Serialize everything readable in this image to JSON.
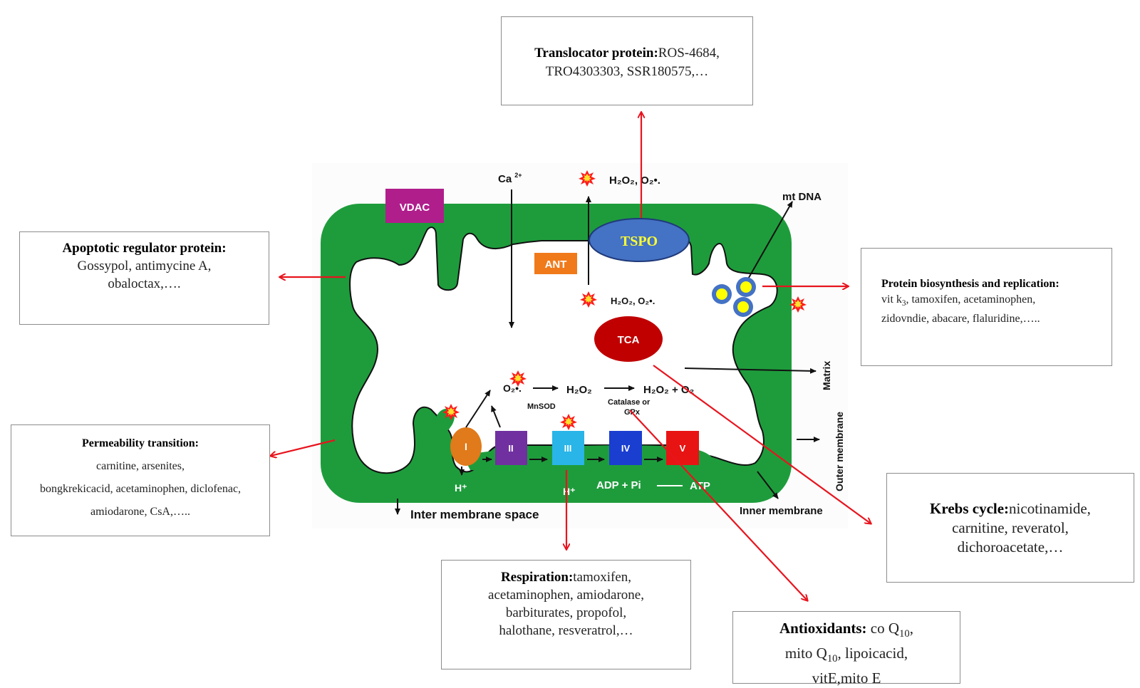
{
  "boxes": {
    "translocator": {
      "title": "Translocator protein:",
      "line1": "ROS-4684,",
      "line2": "TRO4303303, SSR180575,…"
    },
    "apoptotic": {
      "title": "Apoptotic regulator protein:",
      "line1": "Gossypol, antimycine A,",
      "line2": "obaloctax,…."
    },
    "permeability": {
      "title": "Permeability transition:",
      "line1": "carnitine, arsenites,",
      "line2": "bongkrekicacid, acetaminophen, diclofenac,",
      "line3": "amiodarone, CsA,….."
    },
    "protein": {
      "title": "Protein biosynthesis and replication:",
      "line1_a": "vit k",
      "line1_sub": "3",
      "line1_b": ",  tamoxifen, acetaminophen,",
      "line2": "zidovndie, abacare, flaluridine,….."
    },
    "krebs": {
      "title": "Krebs cycle:",
      "line1": "nicotinamide,",
      "line2": "carnitine, reveratol,",
      "line3": "dichoroacetate,…"
    },
    "respiration": {
      "title": "Respiration:",
      "line1": "tamoxifen,",
      "line2": "acetaminophen, amiodarone,",
      "line3": "barbiturates, propofol,",
      "line4": "halothane, resveratrol,…"
    },
    "antioxidants": {
      "title": "Antioxidants:",
      "l1_a": " co Q",
      "l1_sub": "10",
      "l1_b": ",",
      "l2_a": "mito Q",
      "l2_sub": "10",
      "l2_b": ", lipoicacid,",
      "line3": "vitE,mito E"
    }
  },
  "mito": {
    "vdac": "VDAC",
    "ant": "ANT",
    "tspo": "TSPO",
    "tca": "TCA",
    "ca": "Ca",
    "ca_sup": "2+",
    "ros_top": "H₂O₂, O₂•.",
    "ros_mid": "H₂O₂, O₂•.",
    "mtdna": "mt DNA",
    "chain": {
      "o2": "O₂•.",
      "h2o2": "H₂O₂",
      "h2o2_o2": "H₂O₂ + O₂",
      "mnsod": "MnSOD",
      "catalase": "Catalase or",
      "gpx": "GPx"
    },
    "complexes": [
      "I",
      "II",
      "III",
      "IV",
      "V"
    ],
    "h_plus_1": "H⁺",
    "h_plus_2": "H⁺",
    "adp": "ADP + Pi",
    "atp": "ATP",
    "matrix": "Matrix",
    "outer_membrane": "Outer membrane",
    "inner_membrane": "Inner membrane",
    "intermembrane": "Inter membrane space"
  },
  "colors": {
    "membrane": "#1e9c3c",
    "vdac": "#b01e8c",
    "ant": "#f07a1a",
    "tspo": "#4472c4",
    "tspo_text": "#ffff33",
    "tca": "#c00000",
    "red_arrow": "#e8141e",
    "c1": "#e07a1a",
    "c2": "#7030a0",
    "c3": "#29b5e8",
    "c4": "#1a3ed0",
    "c5": "#e81414"
  }
}
